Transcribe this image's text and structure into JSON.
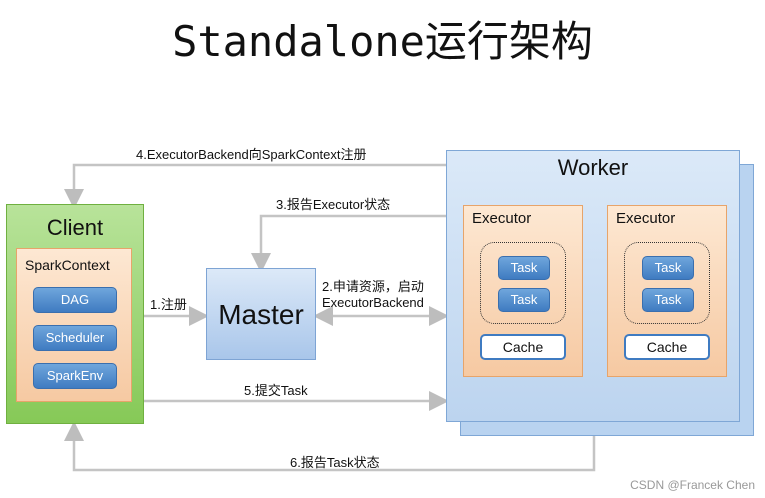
{
  "title": "Standalone运行架构",
  "client": {
    "label": "Client",
    "spark_context": {
      "label": "SparkContext",
      "components": [
        "DAG",
        "Scheduler",
        "SparkEnv"
      ]
    }
  },
  "master": {
    "label": "Master"
  },
  "worker": {
    "label": "Worker",
    "executors": [
      {
        "label": "Executor",
        "tasks": [
          "Task",
          "Task"
        ],
        "cache": "Cache"
      },
      {
        "label": "Executor",
        "tasks": [
          "Task",
          "Task"
        ],
        "cache": "Cache"
      }
    ]
  },
  "edges": {
    "e1": "1.注册",
    "e2_line1": "2.申请资源，启动",
    "e2_line2": "ExecutorBackend",
    "e3": "3.报告Executor状态",
    "e4": "4.ExecutorBackend向SparkContext注册",
    "e5": "5.提交Task",
    "e6": "6.报告Task状态"
  },
  "watermark": "CSDN @Francek Chen",
  "colors": {
    "client_fill": "#86c957",
    "master_fill": "#a9c6ea",
    "worker_fill": "#bcd4ef",
    "executor_fill": "#f6c9a2",
    "pill_fill": "#3f7bc1",
    "arrow": "#c0c0c0"
  }
}
